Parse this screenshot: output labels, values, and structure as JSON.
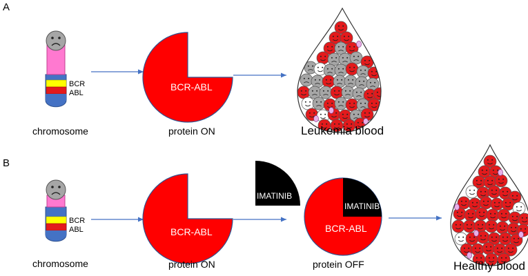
{
  "panel_a": {
    "letter": "A",
    "chromosome": {
      "gene_top": "BCR",
      "gene_bottom": "ABL",
      "caption": "chromosome"
    },
    "protein": {
      "name": "BCR-ABL",
      "caption": "protein ON"
    },
    "blood": {
      "caption": "Leukemia blood"
    }
  },
  "panel_b": {
    "letter": "B",
    "chromosome": {
      "gene_top": "BCR",
      "gene_bottom": "ABL",
      "caption": "chromosome"
    },
    "protein": {
      "name": "BCR-ABL",
      "caption": "protein  ON"
    },
    "drug": {
      "name": "IMATINIB"
    },
    "protein_off": {
      "name": "BCR-ABL",
      "drug": "IMATINIB",
      "caption": "protein  OFF"
    },
    "blood": {
      "caption": "Healthy blood"
    }
  },
  "colors": {
    "protein_red": "#ff0000",
    "cell_red": "#e31a1c",
    "leukemic_gray": "#a6a6a6",
    "chromosome_pink": "#ff79d0",
    "chromosome_blue": "#4472c4",
    "band_yellow": "#ffff00",
    "arrow_blue": "#4472c4",
    "drug_black": "#000000"
  }
}
